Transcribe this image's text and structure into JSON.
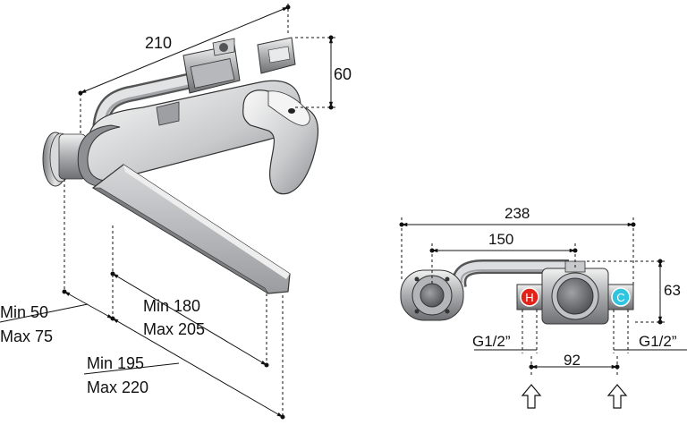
{
  "left_view": {
    "dim_width": "210",
    "dim_height": "60",
    "spout_min": "Min 180",
    "spout_max": "Max 205",
    "wall_min": "Min 50",
    "wall_max": "Max 75",
    "total_min": "Min 195",
    "total_max": "Max 220"
  },
  "right_view": {
    "dim_overall": "238",
    "dim_centers": "150",
    "dim_height": "63",
    "dim_inlets": "92",
    "thread_left": "G1/2”",
    "thread_right": "G1/2”",
    "hot_label": "H",
    "cold_label": "C",
    "hot_color": "#e2231a",
    "cold_color": "#2fc4e0"
  }
}
